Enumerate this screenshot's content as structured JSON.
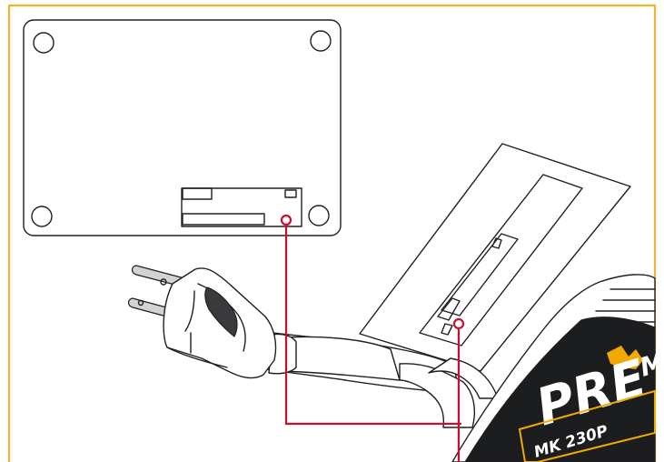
{
  "colors": {
    "frame": "#f2b233",
    "callout": "#c8102e",
    "ink": "#231f20",
    "label_dark": "#1c1d1f",
    "brand_gold": "#f2a900"
  },
  "product_label": {
    "brand_partial": "M",
    "model_big": "PRE",
    "model_small": "MK 230P"
  }
}
